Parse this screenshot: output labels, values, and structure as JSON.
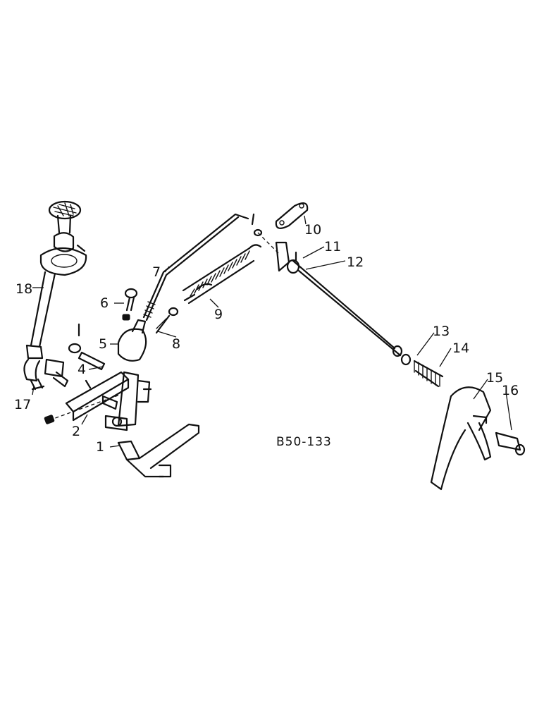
{
  "figure_ref": "B50-133",
  "callouts": {
    "c1": "1",
    "c2": "2",
    "c4": "4",
    "c5": "5",
    "c6": "6",
    "c7": "7",
    "c8": "8",
    "c9": "9",
    "c10": "10",
    "c11": "11",
    "c12": "12",
    "c13": "13",
    "c14": "14",
    "c15": "15",
    "c16": "16",
    "c17": "17",
    "c18": "18"
  }
}
